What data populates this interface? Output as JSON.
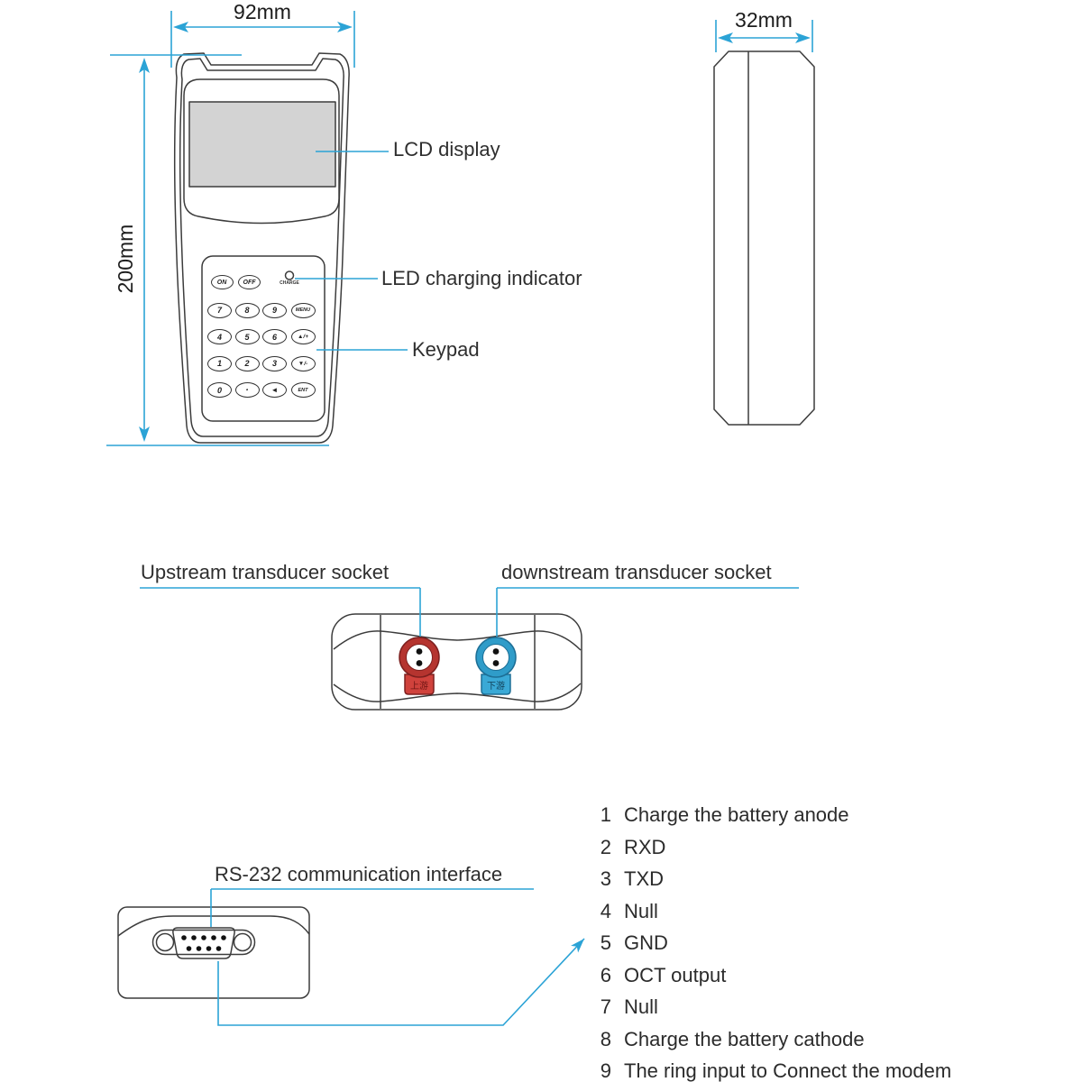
{
  "page": {
    "accent_color": "#2ba3d6",
    "line_color": "#3c3c3c",
    "text_color": "#2b2b2b"
  },
  "front_view": {
    "width_dim": "92mm",
    "height_dim": "200mm",
    "lcd_label": "LCD display",
    "led_label": "LED charging indicator",
    "keypad_label": "Keypad",
    "keypad": {
      "power_keys": [
        "ON",
        "OFF"
      ],
      "charge_led_label": "CHARGE",
      "keys": [
        [
          "7",
          "8",
          "9",
          "MENU"
        ],
        [
          "4",
          "5",
          "6",
          "▲/+"
        ],
        [
          "1",
          "2",
          "3",
          "▼/-"
        ],
        [
          "0",
          "·",
          "◄",
          "ENT"
        ]
      ]
    }
  },
  "side_view": {
    "width_dim": "32mm"
  },
  "top_view": {
    "upstream_label": "Upstream transducer socket",
    "downstream_label": "downstream transducer socket",
    "upstream_tab_text": "上游",
    "downstream_tab_text": "下游",
    "upstream_socket_color": "#b5342f",
    "downstream_socket_color": "#2f9cc9"
  },
  "rs232": {
    "label": "RS-232 communication interface"
  },
  "pins": {
    "items": [
      {
        "num": "1",
        "desc": "Charge the battery anode"
      },
      {
        "num": "2",
        "desc": "RXD"
      },
      {
        "num": "3",
        "desc": "TXD"
      },
      {
        "num": "4",
        "desc": "Null"
      },
      {
        "num": "5",
        "desc": "GND"
      },
      {
        "num": "6",
        "desc": "OCT output"
      },
      {
        "num": "7",
        "desc": "Null"
      },
      {
        "num": "8",
        "desc": "Charge the battery cathode"
      },
      {
        "num": "9",
        "desc": "The ring input to Connect the modem"
      }
    ]
  }
}
